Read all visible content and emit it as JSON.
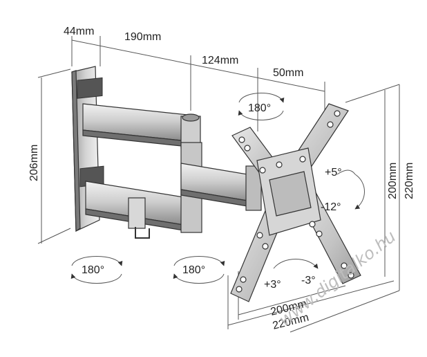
{
  "dimensions": {
    "wall_depth": "44mm",
    "arm_first": "190mm",
    "arm_second": "124mm",
    "arm_third": "50mm",
    "plate_height": "206mm",
    "vesa_vertical_inner": "200mm",
    "vesa_vertical_outer": "220mm",
    "vesa_horizontal_inner": "200mm",
    "vesa_horizontal_outer": "220mm"
  },
  "rotations": {
    "swivel_head": "180°",
    "swivel_wall": "180°",
    "swivel_middle": "180°",
    "tilt_up": "+5°",
    "tilt_down": "-12°",
    "level_plus": "+3°",
    "level_minus": "-3°"
  },
  "watermark": "www.digitalko.hu",
  "colors": {
    "metal_light": "#e6e6e6",
    "metal_mid": "#bdbdbd",
    "metal_dark": "#6f6f6f",
    "outline": "#333333"
  }
}
